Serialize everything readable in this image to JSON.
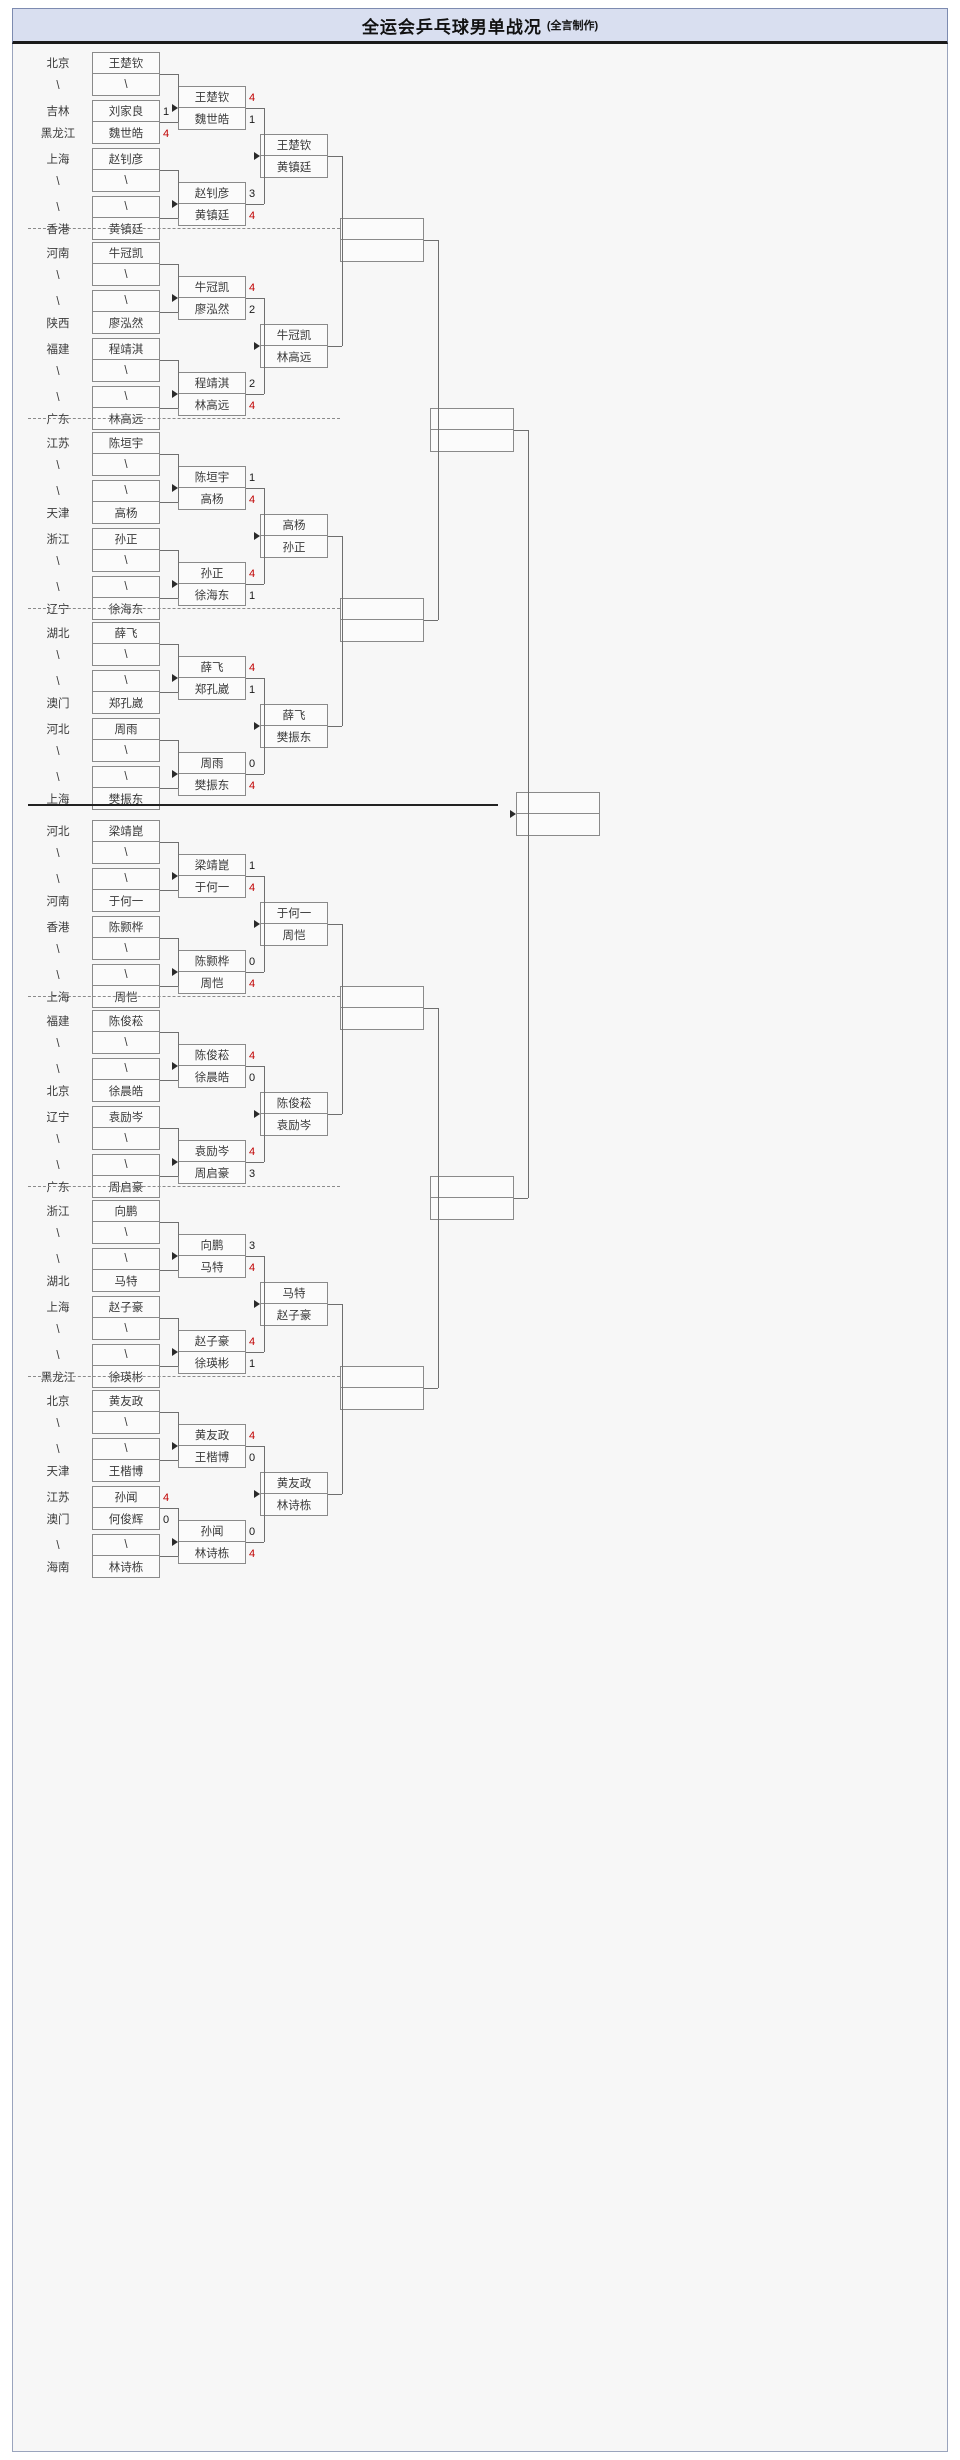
{
  "header": {
    "title": "全运会乒乓球男单战况",
    "subtitle": "(全言制作)"
  },
  "chart_data": {
    "type": "table",
    "title": "全运会乒乓球男单战况",
    "note": "单淘汰赛对阵表 (bracket)"
  },
  "bracket": {
    "blank": "\\",
    "groups": [
      {
        "id": "g1",
        "r1": [
          {
            "prov_top": "北京",
            "prov_bot": "\\",
            "top": "王楚钦",
            "bot": "\\",
            "score_top": "",
            "score_bot": ""
          },
          {
            "prov_top": "吉林",
            "prov_bot": "黑龙江",
            "top": "刘家良",
            "bot": "魏世皓",
            "score_top": "1",
            "score_bot": "4"
          },
          {
            "prov_top": "上海",
            "prov_bot": "\\",
            "top": "赵钊彦",
            "bot": "\\",
            "score_top": "",
            "score_bot": ""
          },
          {
            "prov_top": "\\",
            "prov_bot": "香港",
            "top": "\\",
            "bot": "黄镇廷",
            "score_top": "",
            "score_bot": ""
          }
        ],
        "r2": [
          {
            "top": "王楚钦",
            "bot": "魏世皓",
            "score_top": "4",
            "score_bot": "1"
          },
          {
            "top": "赵钊彦",
            "bot": "黄镇廷",
            "score_top": "3",
            "score_bot": "4"
          }
        ],
        "r3": [
          {
            "top": "王楚钦",
            "bot": "黄镇廷",
            "score_top": "",
            "score_bot": ""
          }
        ]
      },
      {
        "id": "g2",
        "r1": [
          {
            "prov_top": "河南",
            "prov_bot": "\\",
            "top": "牛冠凯",
            "bot": "\\",
            "score_top": "",
            "score_bot": ""
          },
          {
            "prov_top": "\\",
            "prov_bot": "陕西",
            "top": "\\",
            "bot": "廖泓然",
            "score_top": "",
            "score_bot": ""
          },
          {
            "prov_top": "福建",
            "prov_bot": "\\",
            "top": "程靖淇",
            "bot": "\\",
            "score_top": "",
            "score_bot": ""
          },
          {
            "prov_top": "\\",
            "prov_bot": "广东",
            "top": "\\",
            "bot": "林高远",
            "score_top": "",
            "score_bot": ""
          }
        ],
        "r2": [
          {
            "top": "牛冠凯",
            "bot": "廖泓然",
            "score_top": "4",
            "score_bot": "2"
          },
          {
            "top": "程靖淇",
            "bot": "林高远",
            "score_top": "2",
            "score_bot": "4"
          }
        ],
        "r3": [
          {
            "top": "牛冠凯",
            "bot": "林高远",
            "score_top": "",
            "score_bot": ""
          }
        ]
      },
      {
        "id": "g3",
        "r1": [
          {
            "prov_top": "江苏",
            "prov_bot": "\\",
            "top": "陈垣宇",
            "bot": "\\",
            "score_top": "",
            "score_bot": ""
          },
          {
            "prov_top": "\\",
            "prov_bot": "天津",
            "top": "\\",
            "bot": "高杨",
            "score_top": "",
            "score_bot": ""
          },
          {
            "prov_top": "浙江",
            "prov_bot": "\\",
            "top": "孙正",
            "bot": "\\",
            "score_top": "",
            "score_bot": ""
          },
          {
            "prov_top": "\\",
            "prov_bot": "辽宁",
            "top": "\\",
            "bot": "徐海东",
            "score_top": "",
            "score_bot": ""
          }
        ],
        "r2": [
          {
            "top": "陈垣宇",
            "bot": "高杨",
            "score_top": "1",
            "score_bot": "4"
          },
          {
            "top": "孙正",
            "bot": "徐海东",
            "score_top": "4",
            "score_bot": "1"
          }
        ],
        "r3": [
          {
            "top": "高杨",
            "bot": "孙正",
            "score_top": "",
            "score_bot": ""
          }
        ]
      },
      {
        "id": "g4",
        "r1": [
          {
            "prov_top": "湖北",
            "prov_bot": "\\",
            "top": "薛飞",
            "bot": "\\",
            "score_top": "",
            "score_bot": ""
          },
          {
            "prov_top": "\\",
            "prov_bot": "澳门",
            "top": "\\",
            "bot": "郑孔崴",
            "score_top": "",
            "score_bot": ""
          },
          {
            "prov_top": "河北",
            "prov_bot": "\\",
            "top": "周雨",
            "bot": "\\",
            "score_top": "",
            "score_bot": ""
          },
          {
            "prov_top": "\\",
            "prov_bot": "上海",
            "top": "\\",
            "bot": "樊振东",
            "score_top": "",
            "score_bot": ""
          }
        ],
        "r2": [
          {
            "top": "薛飞",
            "bot": "郑孔崴",
            "score_top": "4",
            "score_bot": "1"
          },
          {
            "top": "周雨",
            "bot": "樊振东",
            "score_top": "0",
            "score_bot": "4"
          }
        ],
        "r3": [
          {
            "top": "薛飞",
            "bot": "樊振东",
            "score_top": "",
            "score_bot": ""
          }
        ]
      },
      {
        "id": "g5",
        "r1": [
          {
            "prov_top": "河北",
            "prov_bot": "\\",
            "top": "梁靖崑",
            "bot": "\\",
            "score_top": "",
            "score_bot": ""
          },
          {
            "prov_top": "\\",
            "prov_bot": "河南",
            "top": "\\",
            "bot": "于何一",
            "score_top": "",
            "score_bot": ""
          },
          {
            "prov_top": "香港",
            "prov_bot": "\\",
            "top": "陈颢桦",
            "bot": "\\",
            "score_top": "",
            "score_bot": ""
          },
          {
            "prov_top": "\\",
            "prov_bot": "上海",
            "top": "\\",
            "bot": "周恺",
            "score_top": "",
            "score_bot": ""
          }
        ],
        "r2": [
          {
            "top": "梁靖崑",
            "bot": "于何一",
            "score_top": "1",
            "score_bot": "4"
          },
          {
            "top": "陈颢桦",
            "bot": "周恺",
            "score_top": "0",
            "score_bot": "4"
          }
        ],
        "r3": [
          {
            "top": "于何一",
            "bot": "周恺",
            "score_top": "",
            "score_bot": ""
          }
        ]
      },
      {
        "id": "g6",
        "r1": [
          {
            "prov_top": "福建",
            "prov_bot": "\\",
            "top": "陈俊菘",
            "bot": "\\",
            "score_top": "",
            "score_bot": ""
          },
          {
            "prov_top": "\\",
            "prov_bot": "北京",
            "top": "\\",
            "bot": "徐晨皓",
            "score_top": "",
            "score_bot": ""
          },
          {
            "prov_top": "辽宁",
            "prov_bot": "\\",
            "top": "袁励岑",
            "bot": "\\",
            "score_top": "",
            "score_bot": ""
          },
          {
            "prov_top": "\\",
            "prov_bot": "广东",
            "top": "\\",
            "bot": "周启豪",
            "score_top": "",
            "score_bot": ""
          }
        ],
        "r2": [
          {
            "top": "陈俊菘",
            "bot": "徐晨皓",
            "score_top": "4",
            "score_bot": "0"
          },
          {
            "top": "袁励岑",
            "bot": "周启豪",
            "score_top": "4",
            "score_bot": "3"
          }
        ],
        "r3": [
          {
            "top": "陈俊菘",
            "bot": "袁励岑",
            "score_top": "",
            "score_bot": ""
          }
        ]
      },
      {
        "id": "g7",
        "r1": [
          {
            "prov_top": "浙江",
            "prov_bot": "\\",
            "top": "向鹏",
            "bot": "\\",
            "score_top": "",
            "score_bot": ""
          },
          {
            "prov_top": "\\",
            "prov_bot": "湖北",
            "top": "\\",
            "bot": "马特",
            "score_top": "",
            "score_bot": ""
          },
          {
            "prov_top": "上海",
            "prov_bot": "\\",
            "top": "赵子豪",
            "bot": "\\",
            "score_top": "",
            "score_bot": ""
          },
          {
            "prov_top": "\\",
            "prov_bot": "黑龙江",
            "top": "\\",
            "bot": "徐瑛彬",
            "score_top": "",
            "score_bot": ""
          }
        ],
        "r2": [
          {
            "top": "向鹏",
            "bot": "马特",
            "score_top": "3",
            "score_bot": "4"
          },
          {
            "top": "赵子豪",
            "bot": "徐瑛彬",
            "score_top": "4",
            "score_bot": "1"
          }
        ],
        "r3": [
          {
            "top": "马特",
            "bot": "赵子豪",
            "score_top": "",
            "score_bot": ""
          }
        ]
      },
      {
        "id": "g8",
        "r1": [
          {
            "prov_top": "北京",
            "prov_bot": "\\",
            "top": "黄友政",
            "bot": "\\",
            "score_top": "",
            "score_bot": ""
          },
          {
            "prov_top": "\\",
            "prov_bot": "天津",
            "top": "\\",
            "bot": "王楷博",
            "score_top": "",
            "score_bot": ""
          },
          {
            "prov_top": "江苏",
            "prov_bot": "澳门",
            "top": "孙闻",
            "bot": "何俊辉",
            "score_top": "4",
            "score_bot": "0"
          },
          {
            "prov_top": "\\",
            "prov_bot": "海南",
            "top": "\\",
            "bot": "林诗栋",
            "score_top": "",
            "score_bot": ""
          }
        ],
        "r2": [
          {
            "top": "黄友政",
            "bot": "王楷博",
            "score_top": "4",
            "score_bot": "0"
          },
          {
            "top": "孙闻",
            "bot": "林诗栋",
            "score_top": "0",
            "score_bot": "4"
          }
        ],
        "r3": [
          {
            "top": "黄友政",
            "bot": "林诗栋",
            "score_top": "",
            "score_bot": ""
          }
        ]
      }
    ],
    "r4": [
      {
        "id": "q1",
        "top": "",
        "bot": ""
      },
      {
        "id": "q2",
        "top": "",
        "bot": ""
      },
      {
        "id": "q3",
        "top": "",
        "bot": ""
      },
      {
        "id": "q4",
        "top": "",
        "bot": ""
      }
    ],
    "r5": [
      {
        "id": "s1",
        "top": "",
        "bot": ""
      },
      {
        "id": "s2",
        "top": "",
        "bot": ""
      }
    ],
    "r6": [
      {
        "id": "final",
        "top": "",
        "bot": ""
      }
    ]
  }
}
